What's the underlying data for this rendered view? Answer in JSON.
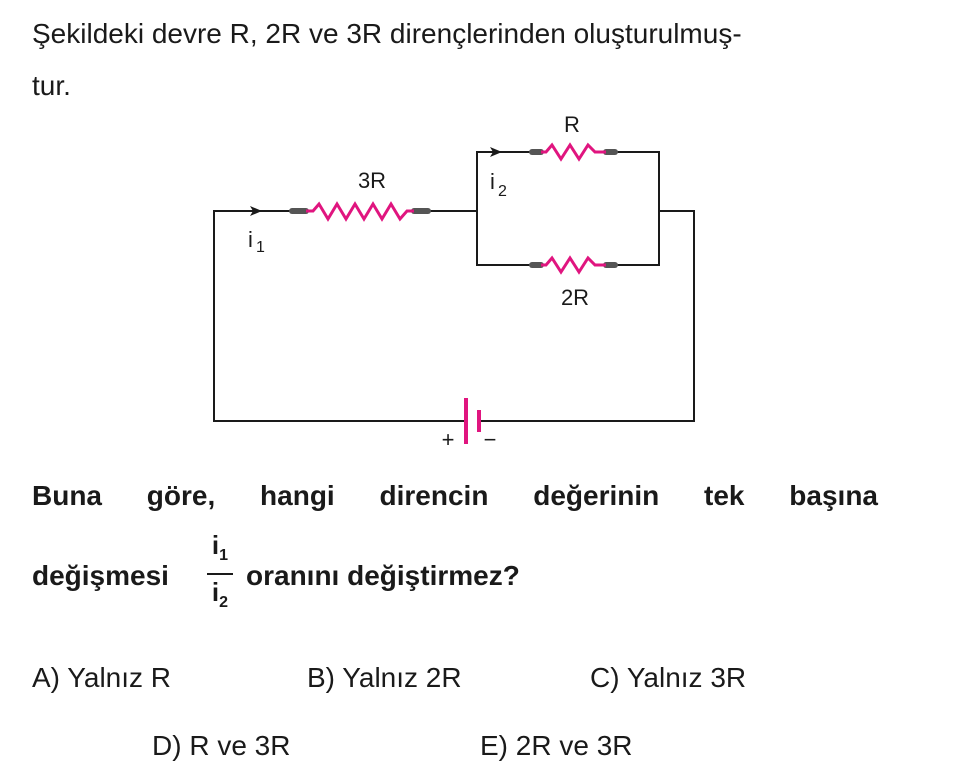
{
  "intro": {
    "line1": "Şekildeki devre R, 2R ve 3R dirençlerinden oluşturulmuş-",
    "line2": "tur."
  },
  "circuit": {
    "labels": {
      "r1": "R",
      "r2": "2R",
      "r3": "3R",
      "i1": "i",
      "i1_sub": "1",
      "i2": "i",
      "i2_sub": "2",
      "plus": "+",
      "minus": "−"
    },
    "colors": {
      "wire": "#1a1a1a",
      "resistor": "#e0157f",
      "cap": "#555555",
      "battery": "#e0157f"
    }
  },
  "question": {
    "line1": "Buna göre, hangi direncin değerinin tek başına",
    "line2_pre": "değişmesi",
    "frac_num": "i",
    "frac_num_sub": "1",
    "frac_den": "i",
    "frac_den_sub": "2",
    "line2_post": "oranını değiştirmez?"
  },
  "options": [
    {
      "label": "A) Yalnız R"
    },
    {
      "label": "B) Yalnız 2R"
    },
    {
      "label": "C) Yalnız 3R"
    },
    {
      "label": "D) R ve 3R"
    },
    {
      "label": "E) 2R ve 3R"
    }
  ]
}
